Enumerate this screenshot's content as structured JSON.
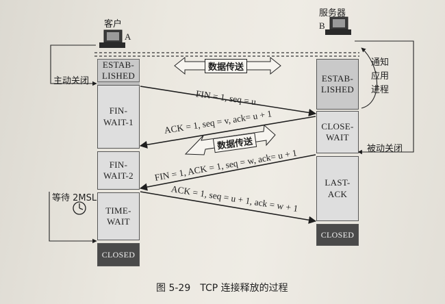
{
  "client": {
    "title": "客户",
    "tag": "A"
  },
  "server": {
    "title": "服务器",
    "tag": "B"
  },
  "client_states": {
    "established": "ESTAB-\nLISHED",
    "fin_wait_1": "FIN-\nWAIT-1",
    "fin_wait_2": "FIN-\nWAIT-2",
    "time_wait": "TIME-\nWAIT",
    "closed": "CLOSED"
  },
  "server_states": {
    "established": "ESTAB-\nLISHED",
    "close_wait": "CLOSE-\nWAIT",
    "last_ack": "LAST-\nACK",
    "closed": "CLOSED"
  },
  "labels": {
    "active_close": "主动关闭",
    "passive_close": "被动关闭",
    "notify_app": "通知\n应用\n进程",
    "wait_2msl": "等待 2MSL",
    "data_transfer_top": "数据传送",
    "data_transfer_mid": "数据传送"
  },
  "messages": {
    "m1": "FIN = 1, seq = u",
    "m2": "ACK = 1, seq = v, ack= u + 1",
    "m3": "FIN = 1, ACK = 1, seq = w, ack= u + 1",
    "m4": "ACK = 1, seq = u + 1, ack = w + 1"
  },
  "caption": "图 5-29　TCP 连接释放的过程"
}
